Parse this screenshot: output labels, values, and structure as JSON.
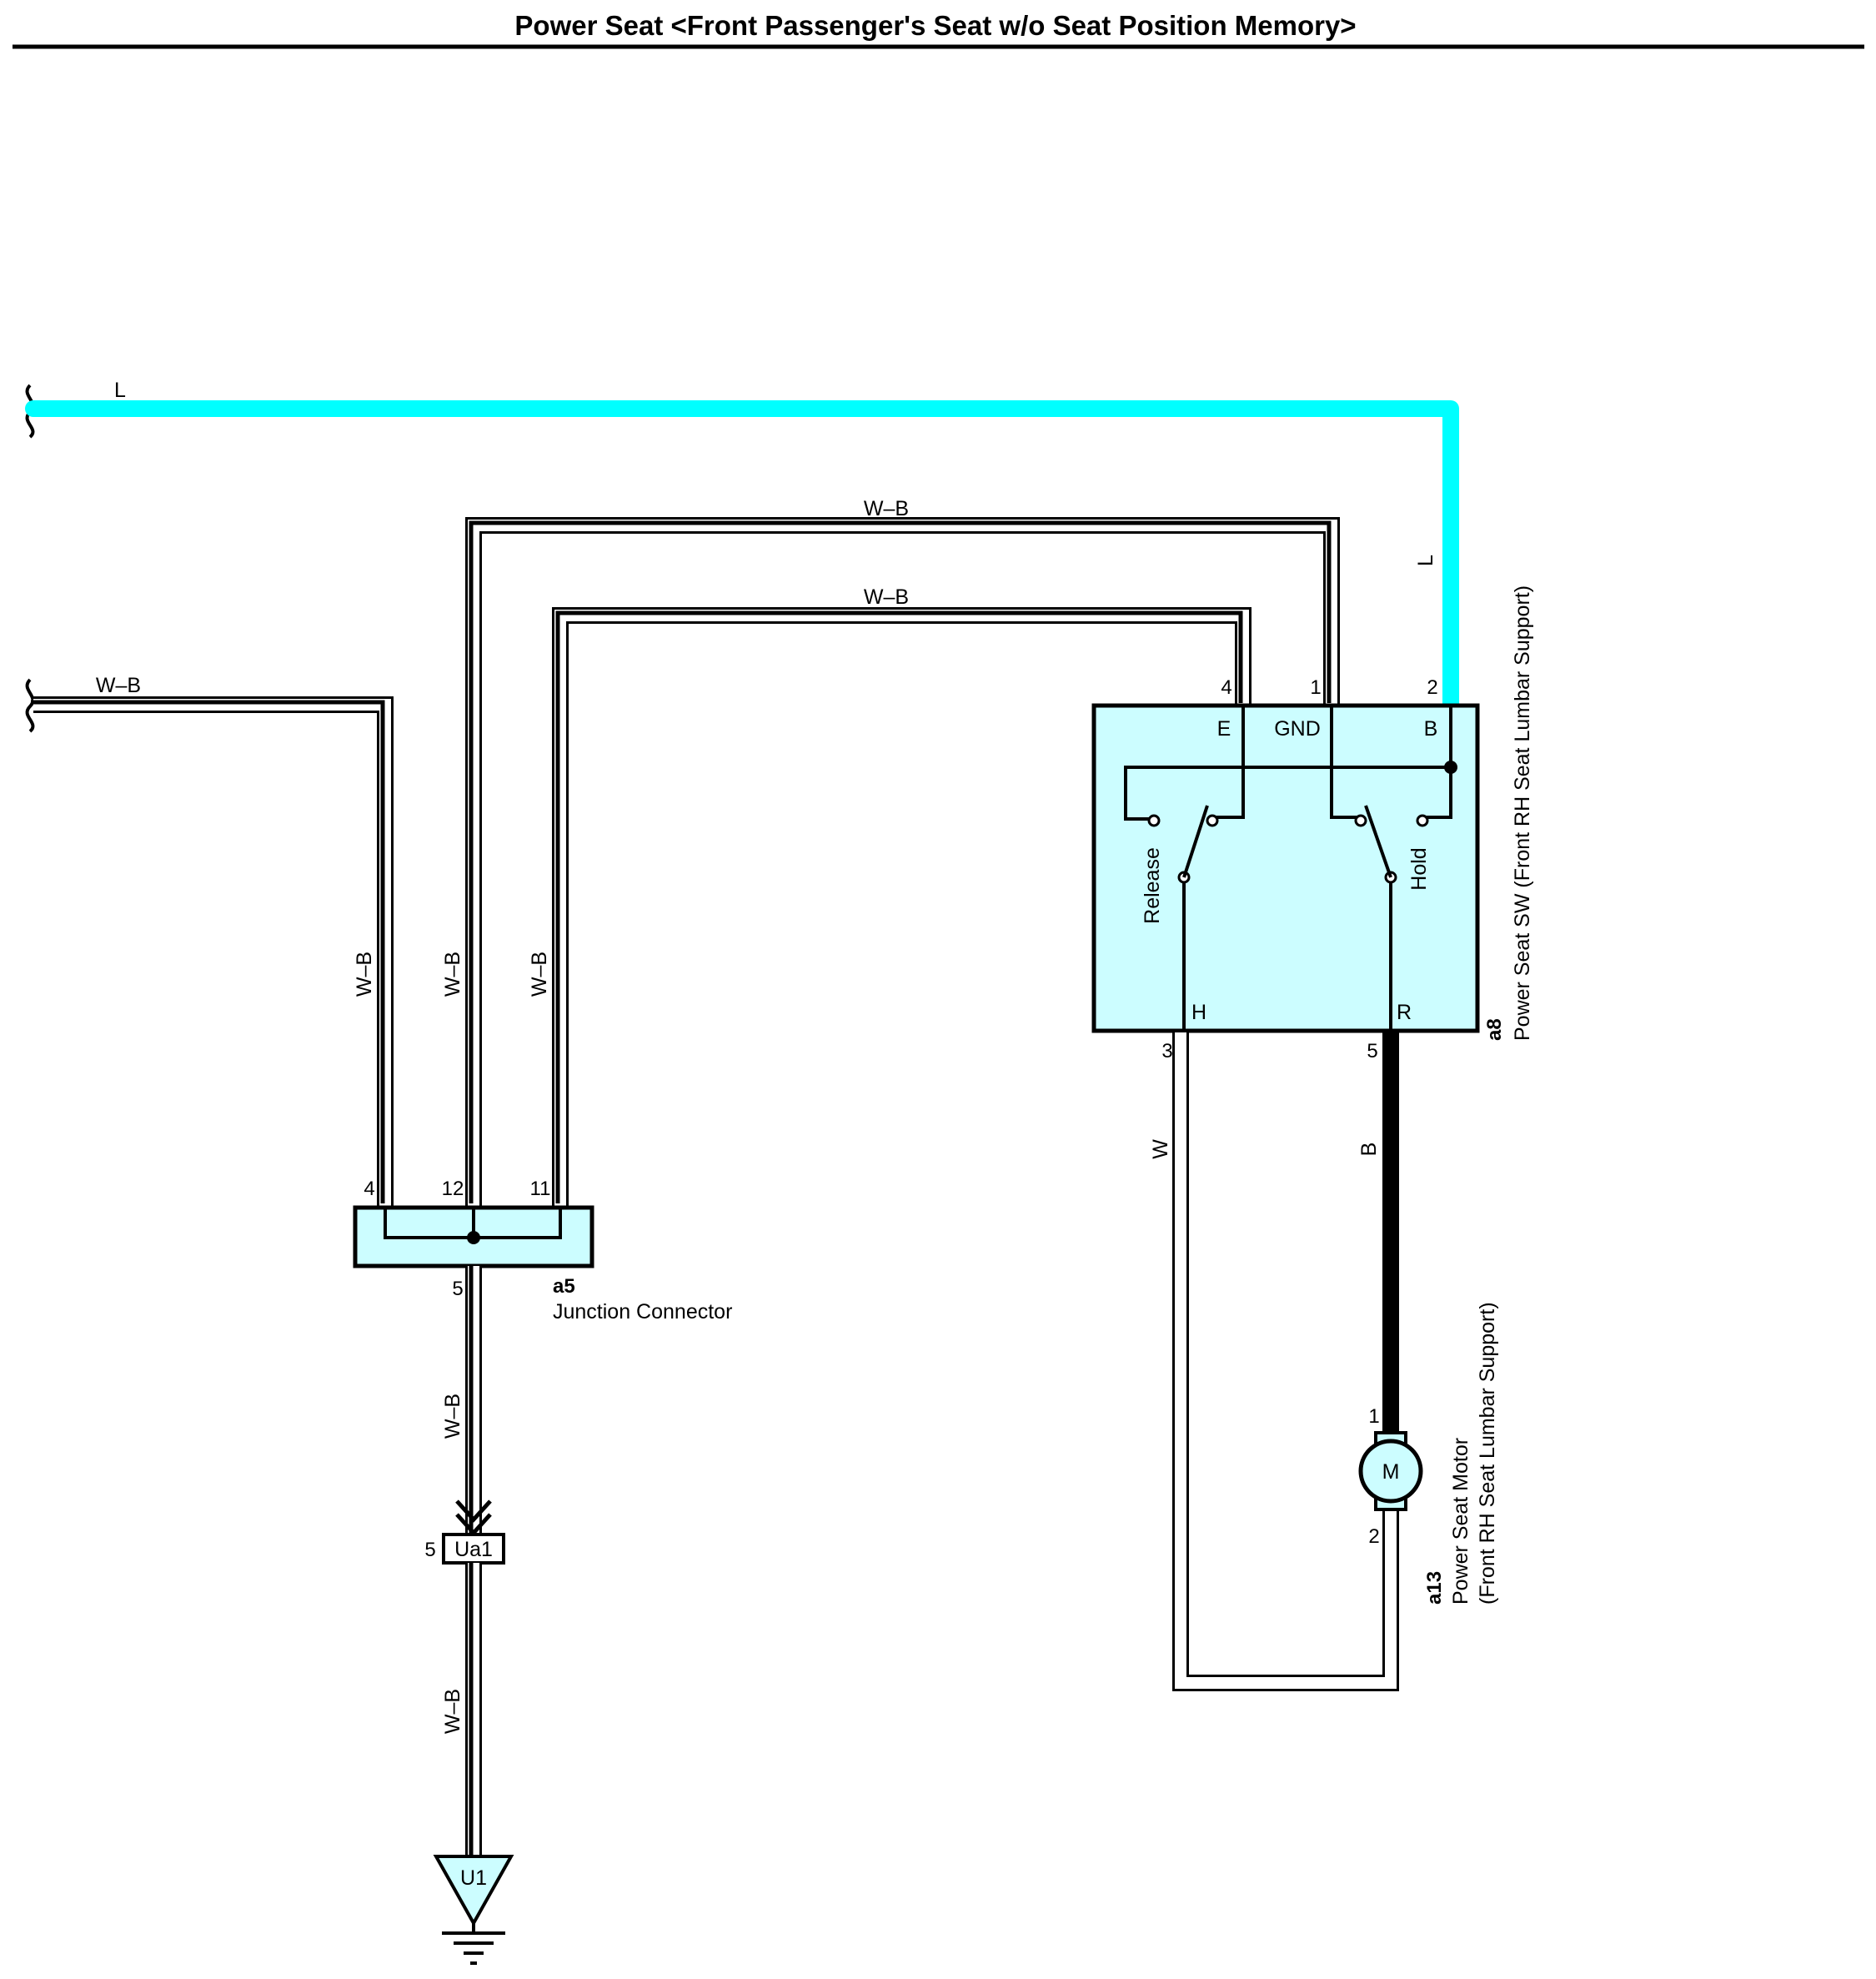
{
  "title": "Power Seat <Front Passenger's Seat w/o Seat Position Memory>",
  "colors": {
    "wire_L": "#00ffff",
    "component_fill": "#ccfdff",
    "wire_outline": "#000000",
    "background": "#ffffff"
  },
  "wires": {
    "l_top": "L",
    "l_vertical": "L",
    "wb_upper": "W–B",
    "wb_lower": "W–B",
    "wb_left": "W–B",
    "wb_vert_1": "W–B",
    "wb_vert_2": "W–B",
    "wb_vert_3": "W–B",
    "wb_below_junction": "W–B",
    "wb_to_ground": "W–B",
    "w_wire": "W",
    "b_wire": "B"
  },
  "switch": {
    "code": "a8",
    "name": "Power Seat SW (Front RH Seat Lumbar Support)",
    "pins": {
      "e": "4",
      "gnd": "1",
      "b": "2",
      "h": "3",
      "r": "5"
    },
    "terminals": {
      "e": "E",
      "gnd": "GND",
      "b": "B",
      "h": "H",
      "r": "R"
    },
    "release_label": "Release",
    "hold_label": "Hold"
  },
  "junction": {
    "code": "a5",
    "name": "Junction Connector",
    "pins": {
      "left": "4",
      "middle": "12",
      "right": "11",
      "bottom": "5"
    }
  },
  "connector": {
    "label": "Ua1",
    "pin": "5"
  },
  "ground": {
    "label": "U1"
  },
  "motor": {
    "code": "a13",
    "name_line1": "Power Seat Motor",
    "name_line2": "(Front RH Seat Lumbar Support)",
    "symbol": "M",
    "pins": {
      "top": "1",
      "bottom": "2"
    }
  }
}
